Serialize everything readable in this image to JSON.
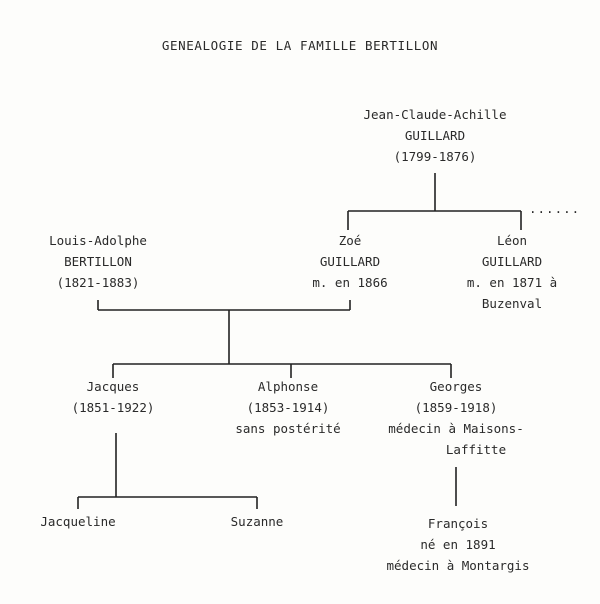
{
  "title": "GENEALOGIE DE LA FAMILLE BERTILLON",
  "continuation": "......",
  "people": {
    "jean_claude": {
      "lines": [
        "Jean-Claude-Achille",
        "GUILLARD",
        "(1799-1876)"
      ]
    },
    "louis_adolphe": {
      "lines": [
        "Louis-Adolphe",
        "BERTILLON",
        "(1821-1883)"
      ]
    },
    "zoe": {
      "lines": [
        "Zoé",
        "GUILLARD",
        "m. en 1866"
      ]
    },
    "leon": {
      "lines": [
        "Léon",
        "GUILLARD",
        "m. en 1871 à",
        "Buzenval"
      ]
    },
    "jacques": {
      "lines": [
        "Jacques",
        "(1851-1922)"
      ]
    },
    "alphonse": {
      "lines": [
        "Alphonse",
        "(1853-1914)",
        "sans postérité"
      ]
    },
    "georges": {
      "lines": [
        "Georges",
        "(1859-1918)",
        "médecin à Maisons-",
        "Laffitte"
      ]
    },
    "jacqueline": {
      "lines": [
        "Jacqueline"
      ]
    },
    "suzanne": {
      "lines": [
        "Suzanne"
      ]
    },
    "francois": {
      "lines": [
        "François",
        "né en 1891",
        "médecin à Montargis"
      ]
    }
  }
}
